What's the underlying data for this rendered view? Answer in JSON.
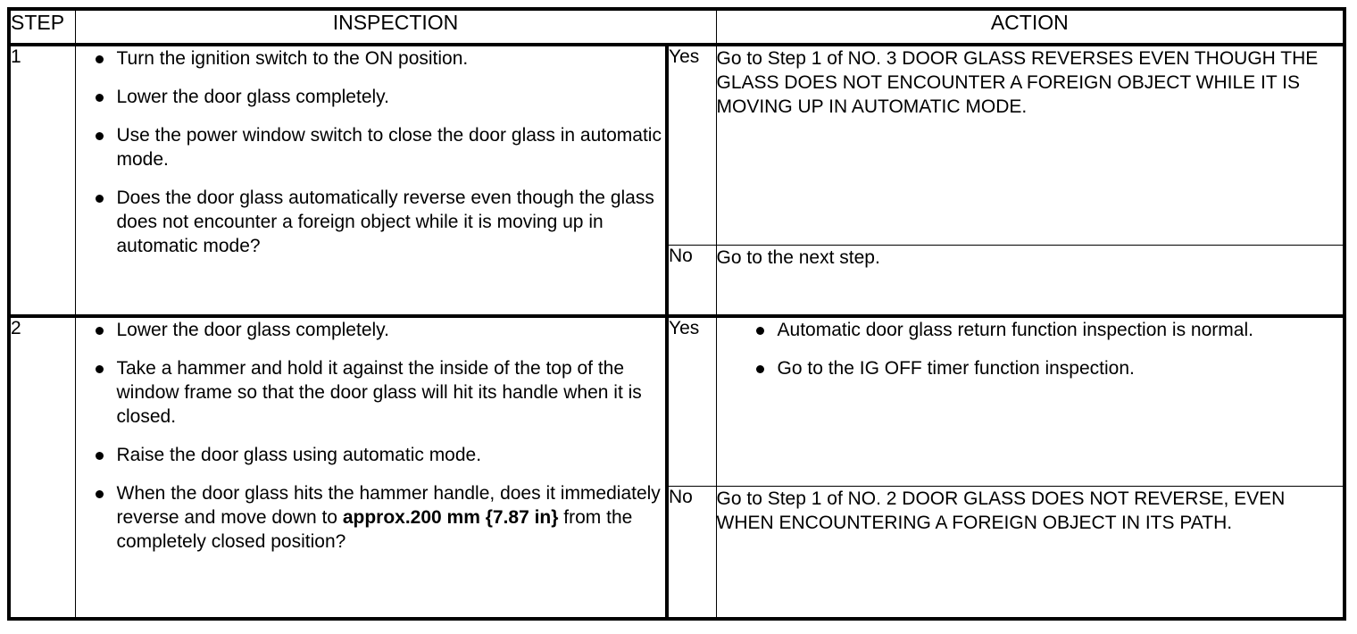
{
  "document": {
    "type": "diagnostic-inspection-table",
    "headers": {
      "step": "STEP",
      "inspection": "INSPECTION",
      "action": "ACTION"
    },
    "labels": {
      "yes": "Yes",
      "no": "No"
    }
  },
  "rows": [
    {
      "step": "1",
      "inspection_bullets": [
        "Turn the ignition switch to the ON position.",
        "Lower the door glass completely.",
        "Use the power window switch to close the door glass in automatic mode.",
        "Does the door glass automatically reverse even though the glass does not encounter a foreign object while it is moving up in automatic mode?"
      ],
      "yes": {
        "label": "Yes",
        "text": "Go to Step 1 of NO. 3 DOOR GLASS REVERSES EVEN THOUGH THE GLASS DOES NOT ENCOUNTER A FOREIGN OBJECT WHILE IT IS MOVING UP IN AUTOMATIC MODE."
      },
      "no": {
        "label": "No",
        "text": "Go to the next step."
      }
    },
    {
      "step": "2",
      "inspection_bullets": [
        "Lower the door glass completely.",
        "Take a hammer and hold it against the inside of the top of the window frame so that the door glass will hit its handle when it is closed.",
        "Raise the door glass using automatic mode."
      ],
      "inspection_last_bullet": {
        "lead": "When the door glass hits the hammer handle, does it immediately reverse and move down to ",
        "bold": "approx.200 mm {7.87 in}",
        "tail": " from the completely closed position?"
      },
      "yes": {
        "label": "Yes",
        "bullets": [
          "Automatic door glass return function inspection is normal.",
          "Go to the IG OFF timer function inspection."
        ]
      },
      "no": {
        "label": "No",
        "text": "Go to Step 1 of NO. 2 DOOR GLASS DOES NOT REVERSE, EVEN WHEN ENCOUNTERING A FOREIGN OBJECT IN ITS PATH."
      }
    }
  ]
}
